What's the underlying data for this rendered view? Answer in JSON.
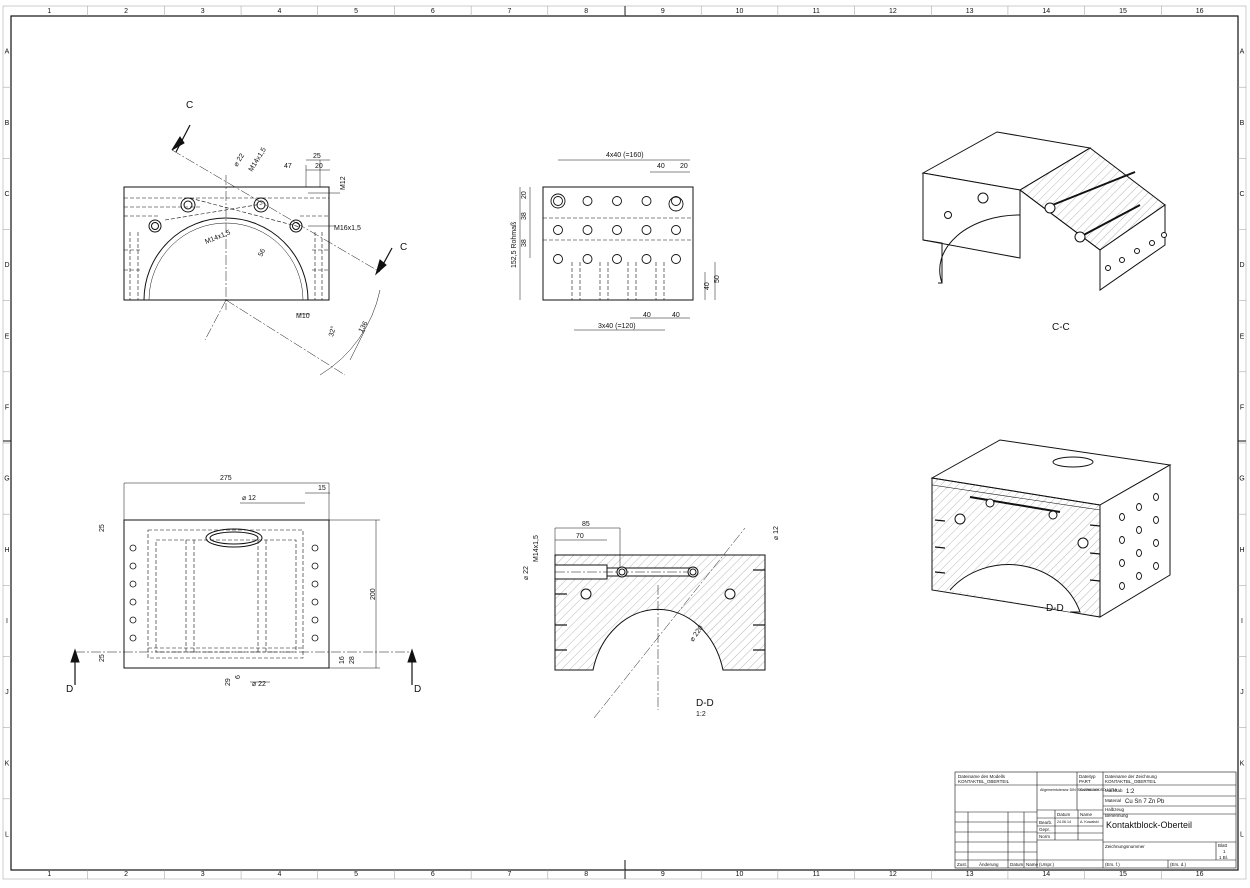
{
  "sheet": {
    "columns": [
      "1",
      "2",
      "3",
      "4",
      "5",
      "6",
      "7",
      "8",
      "9",
      "10",
      "11",
      "12",
      "13",
      "14",
      "15",
      "16"
    ],
    "rows": [
      "A",
      "B",
      "C",
      "D",
      "E",
      "F",
      "G",
      "H",
      "I",
      "J",
      "K",
      "L"
    ]
  },
  "view_front": {
    "section_label": "C",
    "dims": {
      "d22": "⌀ 22",
      "m14_top": "M14x1,5",
      "d47": "47",
      "d25": "25",
      "d20": "20",
      "m12": "M12",
      "m16": "M16x1,5",
      "m14_left": "M14x1,5",
      "d56": "56",
      "m10": "M10",
      "d136": "136",
      "a32": "32°"
    }
  },
  "view_side": {
    "dims": {
      "top_total": "4x40 (=160)",
      "top_40": "40",
      "top_20": "20",
      "left_20": "20",
      "left_38a": "38",
      "left_38b": "38",
      "rohmass": "152,5 Rohmaß",
      "right_40": "40",
      "right_50": "50",
      "bot_total": "3x40 (=120)",
      "bot_40a": "40",
      "bot_40b": "40"
    }
  },
  "view_top": {
    "section_label": "D",
    "dims": {
      "d275": "275",
      "d12": "⌀ 12",
      "d15": "15",
      "d25_top": "25",
      "d200": "200",
      "d25_bot": "25",
      "d16": "16",
      "d28": "28",
      "d29": "29",
      "d6": "6",
      "d22": "⌀ 22"
    }
  },
  "view_dd": {
    "dims": {
      "d85": "85",
      "d70": "70",
      "m14": "M14x1,5",
      "d22": "⌀ 22",
      "d12": "⌀ 12",
      "d220": "⌀ 220"
    },
    "title": "D-D",
    "scale": "1:2"
  },
  "iso_cc_label": "C-C",
  "iso_dd_label": "D-D",
  "title_block": {
    "model_file_label": "Dateiname des Modells",
    "model_file": "KONTAKTBL_OBERTEIL",
    "doc_type_label": "Dateityp",
    "doc_type": "PART",
    "drawing_file_label": "Dateiname der Zeichnung",
    "drawing_file": "KONTAKTBL_OBERTEIL",
    "tolerance_note": "Allgemeintoleranz DIN ISO 2768-m-K",
    "edges_note": "Kanten DIN ISO 13715",
    "scale_label": "Maßstab",
    "scale": "1:2",
    "material_label": "Material",
    "material": "Cu Sn 7 Zn Pb",
    "semi_label": "Halbzeug",
    "name_label": "Benennung",
    "name": "Kontaktblock-Oberteil",
    "date_col": "Datum",
    "name_col": "Name",
    "bearb_label": "Bearb.",
    "bearb_date": "24.06.14",
    "bearb_name": "A. Kowalski",
    "gepr_label": "Gepr.",
    "norm_label": "Norm",
    "drawing_no_label": "Zeichnungsnummer",
    "sheet_label": "Blatt",
    "sheet_no": "1",
    "sheet_of": "1 Bl.",
    "zust_label": "Zust.",
    "aend_label": "Änderung",
    "datum_label": "Datum",
    "name2_label": "Name",
    "urspr_label": "(Urspr.)",
    "ers_f_label": "(Ers. f.)",
    "ers_d_label": "(Ers. d.)"
  }
}
